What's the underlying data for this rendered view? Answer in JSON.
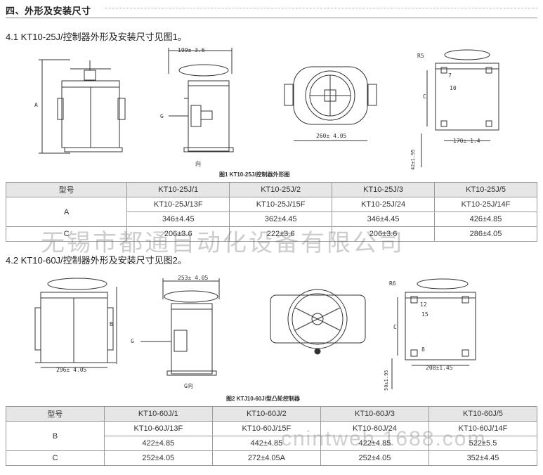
{
  "section_title": "四、外形及安装尺寸",
  "part1": {
    "heading": "4.1  KT10-25J/控制器外形及安装尺寸见图1。",
    "figure_caption": "图1     KT10-25J/控制器外形图",
    "labels": {
      "dim_199": "199± 3.6",
      "dim_260": "260± 4.05",
      "dim_170": "170±  1.4",
      "dim_42": "42±1.95",
      "r5": "R5",
      "dim_7": "7",
      "dim_10": "10",
      "letter_a": "A",
      "letter_g": "G",
      "letter_c": "C",
      "view_label": "向"
    },
    "table": {
      "header": [
        "型号",
        "KT10-25J/1",
        "KT10-25J/2",
        "KT10-25J/3",
        "KT10-25J/5"
      ],
      "row_models": [
        "KT10-25J/13F",
        "KT10-25J/15F",
        "KT10-25J/24",
        "KT10-25J/14F"
      ],
      "row_a_label": "A",
      "row_a_values": [
        "346±4.45",
        "362±4.45",
        "346±4.45",
        "426±4.85"
      ],
      "row_c_label": "C",
      "row_c_values": [
        "206±3.6",
        "222±3.6",
        "206±3.6",
        "286±4.05"
      ]
    }
  },
  "part2": {
    "heading": "4.2  KT10-60J/控制器外形及安装尺寸见图2。",
    "figure_caption": "图2 KTJ10-60J/型凸轮控制器",
    "labels": {
      "dim_253": "253± 4.05",
      "dim_296": "296± 4.05",
      "dim_208": "208±1.45",
      "dim_50": "50±1.95",
      "r6": "R6",
      "dim_12": "12",
      "dim_15": "15",
      "dim_8": "8",
      "letter_b": "B",
      "letter_g": "G",
      "letter_c": "C",
      "view_label": "G向"
    },
    "table": {
      "header": [
        "型号",
        "KT10-60J/1",
        "KT10-60J/2",
        "KT10-60J/3",
        "KT10-60J/5"
      ],
      "row_models": [
        "KT10-60J/13F",
        "KT10-60J/15F",
        "KT10-60J/24",
        "KT10-60J/14F"
      ],
      "row_b_label": "B",
      "row_b_values": [
        "422±4.85",
        "442±4.85",
        "422±4.85",
        "522±5.5"
      ],
      "row_c_label": "C",
      "row_c_values": [
        "252±4.05",
        "272±4.05A",
        "252±4.05",
        "352±4.45"
      ]
    }
  },
  "watermarks": {
    "company": "无锡市都通自动化设备有限公司",
    "site": "cnintweb.1688.com"
  },
  "colors": {
    "line": "#333333",
    "header_bg": "#e6e6e6",
    "border": "#999999"
  }
}
